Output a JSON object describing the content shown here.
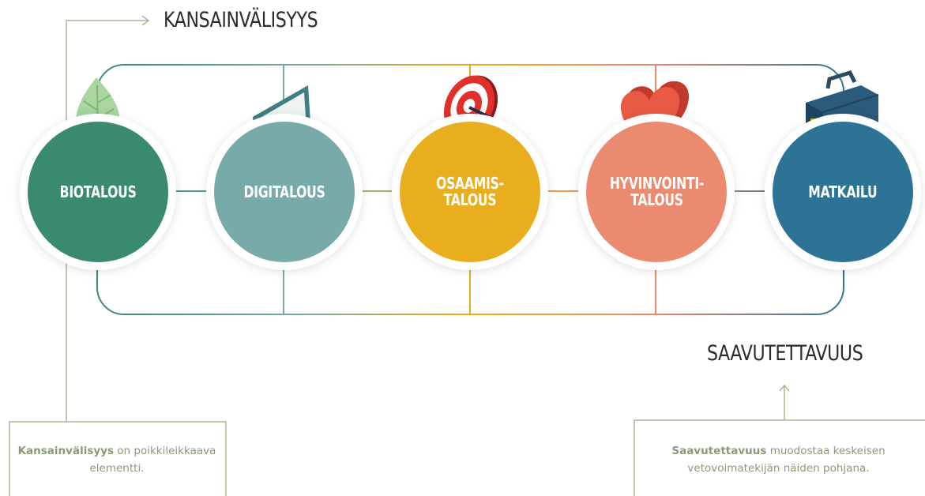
{
  "headings": {
    "internationality": "KANSAINVÄLISYYS",
    "accessibility": "SAAVUTETTAVUUS"
  },
  "circles": [
    {
      "id": "biotalous",
      "label": "BIOTALOUS",
      "color": "#3a8a70",
      "icon": "leaf-icon"
    },
    {
      "id": "digitalous",
      "label": "DIGITALOUS",
      "color": "#78aaa9",
      "icon": "tablet-icon"
    },
    {
      "id": "osaamistalous",
      "label": "OSAAMIS-\nTALOUS",
      "color": "#e8ae1d",
      "icon": "target-icon"
    },
    {
      "id": "hyvinvointitalous",
      "label": "HYVINVOINTI-\nTALOUS",
      "color": "#ec8a70",
      "icon": "heart-icon"
    },
    {
      "id": "matkailu",
      "label": "MATKAILU",
      "color": "#2d7396",
      "icon": "suitcase-icon"
    }
  ],
  "notes": {
    "internationality": {
      "bold": "Kansainvälisyys",
      "text": " on poikkileikkaava elementti."
    },
    "accessibility": {
      "bold": "Saavutettavuus",
      "text": " muodostaa keskeisen vetovoimatekijän näiden pohjana."
    }
  },
  "colors": {
    "gradient": [
      "#3a8a70",
      "#78aaa9",
      "#e8ae1d",
      "#ec8a70",
      "#2d7396"
    ],
    "note_line": "#a8b896",
    "heading_text": "#2b2b2b"
  }
}
